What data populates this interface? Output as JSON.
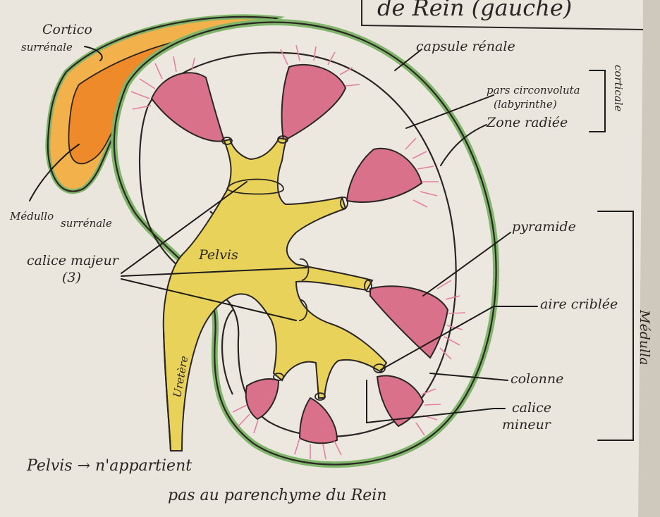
{
  "title": "de Rein (gauche)",
  "labels": {
    "cortico_surrenale_1": "Cortico",
    "cortico_surrenale_2": "surrénale",
    "medullo_surrenale_1": "Médullo",
    "medullo_surrenale_2": "surrénale",
    "capsule_renale": "capsule rénale",
    "pars_circonvoluta_1": "pars circonvoluta",
    "pars_circonvoluta_2": "(labyrinthe)",
    "zone_radiee": "Zone radiée",
    "corticale": "corticale",
    "pyramide": "pyramide",
    "aire_criblee": "aire criblée",
    "medulla": "Médulla",
    "colonne": "colonne",
    "calice_mineur_1": "calice",
    "calice_mineur_2": "mineur",
    "calice_majeur_1": "calice majeur",
    "calice_majeur_2": "(3)",
    "pelvis": "Pelvis",
    "uretere": "Uretère"
  },
  "note": {
    "line1": "Pelvis → n'appartient",
    "line2": "pas au parenchyme du Rein"
  },
  "colors": {
    "paper": "#e9e4db",
    "capsule_green": "#7fb56a",
    "adrenal_cortex": "#f2b14a",
    "adrenal_medulla": "#ef8a2a",
    "pelvis_yellow": "#e8d25a",
    "pyramid_pink": "#d9718a",
    "ink": "#2a2622"
  }
}
